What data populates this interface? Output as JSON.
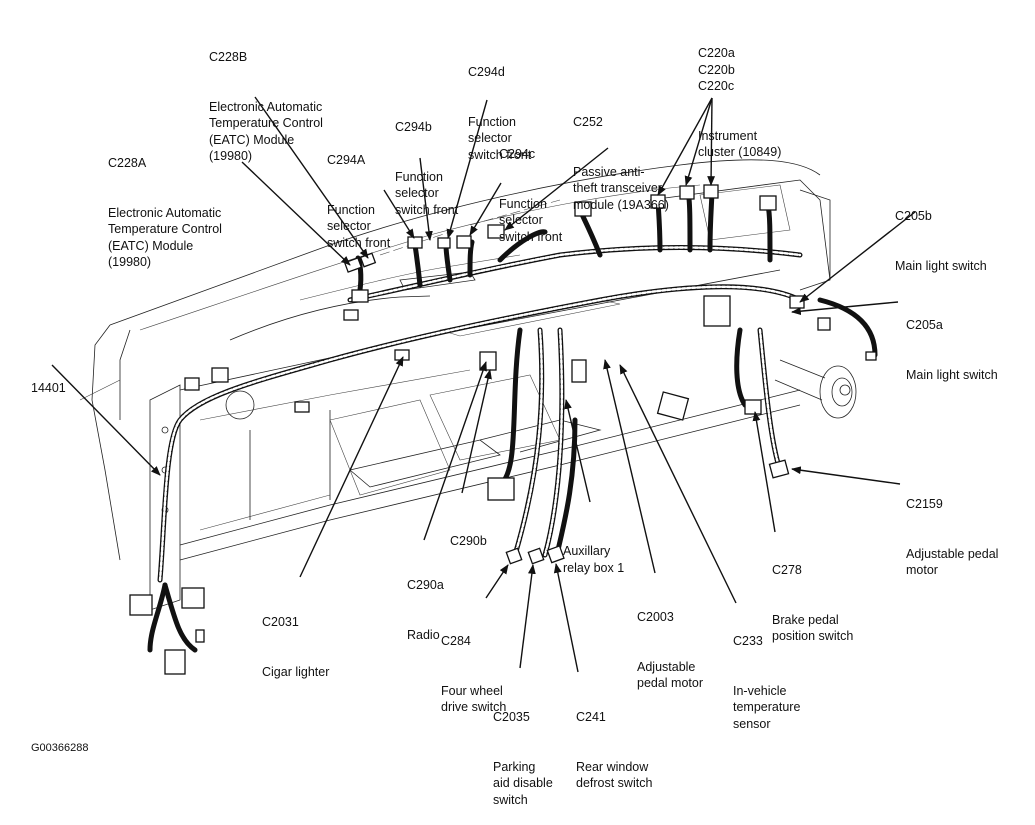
{
  "figure": {
    "title": "Instrument panel wiring harness connector locations",
    "figure_id": "G00366288"
  },
  "callouts": [
    {
      "id": "c228b",
      "code": "C228B",
      "description": "Electronic Automatic\nTemperature Control\n(EATC) Module\n(19980)"
    },
    {
      "id": "c228a",
      "code": "C228A",
      "description": "Electronic Automatic\nTemperature Control\n(EATC) Module\n(19980)"
    },
    {
      "id": "c294a",
      "code": "C294A",
      "description": "Function\nselector\nswitch front"
    },
    {
      "id": "c294b",
      "code": "C294b",
      "description": "Function\nselector\nswitch front"
    },
    {
      "id": "c294d",
      "code": "C294d",
      "description": "Function\nselector\nswitch front"
    },
    {
      "id": "c294c",
      "code": "C294c",
      "description": "Function\nselector\nswitch front"
    },
    {
      "id": "c252",
      "code": "C252",
      "description": "Passive anti-\ntheft transceiver\nmodule (19A366)"
    },
    {
      "id": "c220",
      "code": "C220a\nC220b\nC220c",
      "description": "Instrument\ncluster (10849)"
    },
    {
      "id": "c205b",
      "code": "C205b",
      "description": "Main light switch"
    },
    {
      "id": "c205a",
      "code": "C205a",
      "description": "Main light switch"
    },
    {
      "id": "h14401",
      "code": "14401",
      "description": ""
    },
    {
      "id": "c2159",
      "code": "C2159",
      "description": "Adjustable pedal\nmotor"
    },
    {
      "id": "c290b",
      "code": "C290b",
      "description": ""
    },
    {
      "id": "aux",
      "code": "",
      "description": "Auxillary\nrelay box 1"
    },
    {
      "id": "c278",
      "code": "C278",
      "description": "Brake pedal\nposition switch"
    },
    {
      "id": "c290a",
      "code": "C290a",
      "description": "Radio"
    },
    {
      "id": "c2031",
      "code": "C2031",
      "description": "Cigar lighter"
    },
    {
      "id": "c2003",
      "code": "C2003",
      "description": "Adjustable\npedal motor"
    },
    {
      "id": "c233",
      "code": "C233",
      "description": "In-vehicle\ntemperature\nsensor"
    },
    {
      "id": "c284",
      "code": "C284",
      "description": "Four wheel\ndrive switch"
    },
    {
      "id": "c2035",
      "code": "C2035",
      "description": "Parking\naid disable\nswitch"
    },
    {
      "id": "c241",
      "code": "C241",
      "description": "Rear window\ndefrost switch"
    }
  ]
}
